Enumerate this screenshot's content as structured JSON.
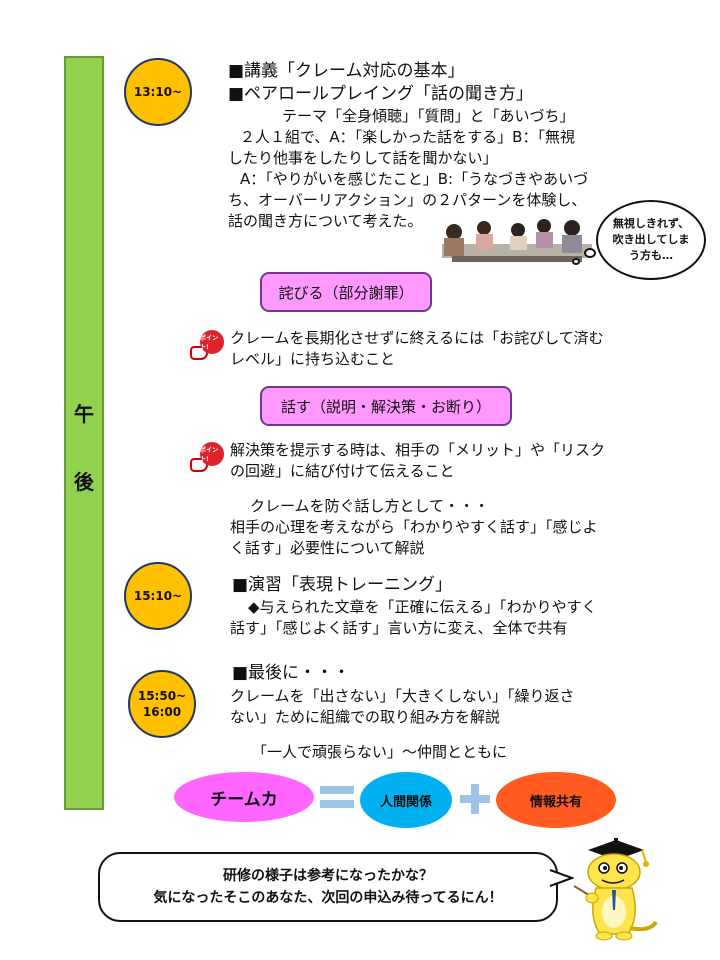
{
  "sidebar": {
    "label_1": "午",
    "label_2": "後"
  },
  "blocks": {
    "b1": {
      "time": "13:10~",
      "heading_1": "■講義「クレーム対応の基本」",
      "heading_2": "■ペアロールプレイング「話の聞き方」",
      "theme": "テーマ「全身傾聴」「質問」と「あいづち」",
      "body_1": "２人１組で、A：「楽しかった話をする」B：「無視",
      "body_2": "したり他事をしたりして話を聞かない」",
      "body_3": "A：「やりがいを感じたこと」B:「うなづきやあいづ",
      "body_4": "ち、オーバーリアクション」の２パターンを体験し、",
      "body_5": "話の聞き方について考えた。"
    },
    "thought": {
      "line_1": "無視しきれず、",
      "line_2": "吹き出してしま",
      "line_3": "う方も…"
    },
    "apologize": {
      "label": "詫びる（部分謝罪）",
      "point_1": "クレームを長期化させずに終えるには「お詫びして済む",
      "point_2": "レベル」に持ち込むこと"
    },
    "speak": {
      "label": "話す（説明・解決策・お断り）",
      "point_1": "解決策を提示する時は、相手の「メリット」や「リスク",
      "point_2": "の回避」に結び付けて伝えること"
    },
    "prevent": {
      "line_1": "クレームを防ぐ話し方として・・・",
      "line_2": "相手の心理を考えながら「わかりやすく話す」「感じよ",
      "line_3": "く話す」必要性について解説"
    },
    "b2": {
      "time": "15:10~",
      "heading": "■演習「表現トレーニング」",
      "body_1": "◆与えられた文章を「正確に伝える」「わかりやすく",
      "body_2": "話す」「感じよく話す」言い方に変え、全体で共有"
    },
    "b3": {
      "time_1": "15:50~",
      "time_2": "16:00",
      "heading": "■最後に・・・",
      "body_1": "クレームを「出さない」「大きくしない」「繰り返さ",
      "body_2": "ない」ために組織での取り組み方を解説"
    }
  },
  "teamwork": {
    "tagline": "「一人で頑張らない」～仲間とともに",
    "team": "チームカ",
    "relation": "人間関係",
    "info": "情報共有"
  },
  "point_badge": "ポイント!",
  "footer": {
    "line_1": "研修の様子は参考になったかな？",
    "line_2": "気になったそこのあなた、次回の申込み待ってるにん！"
  },
  "colors": {
    "bar": "#92d050",
    "time": "#ffc000",
    "pink": "#ff99ff",
    "team": "#ff66ff",
    "relation": "#00b0f0",
    "info": "#ff5a1f"
  }
}
